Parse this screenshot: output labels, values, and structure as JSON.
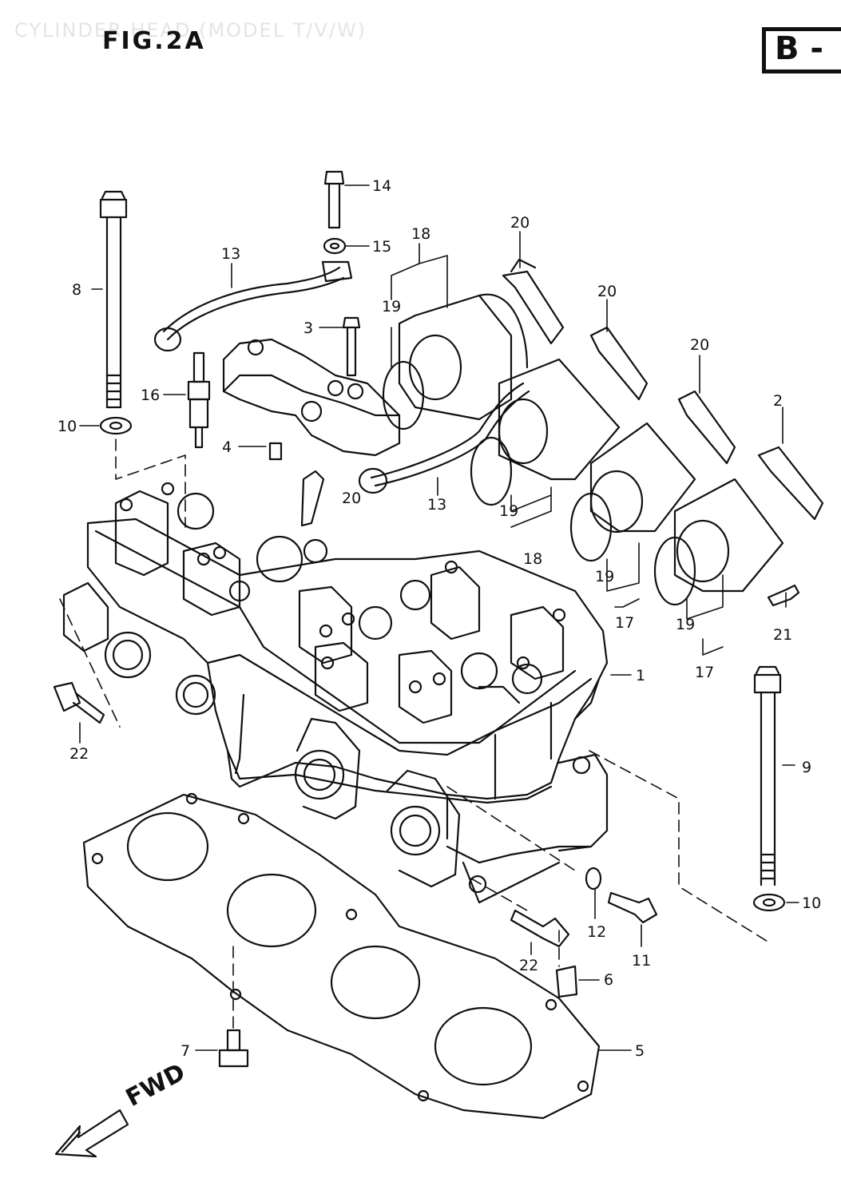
{
  "header": {
    "watermark": "CYLINDER HEAD (MODEL T/V/W)",
    "figure_title": "FIG.2A",
    "section_label": "B -"
  },
  "direction_label": "FWD",
  "callouts": [
    "14",
    "15",
    "18",
    "20",
    "13",
    "8",
    "3",
    "19",
    "20",
    "16",
    "20",
    "10",
    "4",
    "2",
    "20",
    "13",
    "19",
    "18",
    "19",
    "21",
    "1",
    "22",
    "17",
    "19",
    "17",
    "9",
    "10",
    "12",
    "22",
    "11",
    "6",
    "7",
    "5"
  ]
}
